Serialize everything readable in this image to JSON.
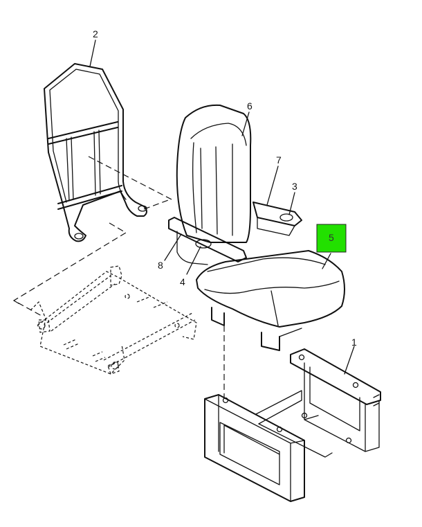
{
  "callouts": [
    {
      "id": "1",
      "label": "1"
    },
    {
      "id": "2",
      "label": "2"
    },
    {
      "id": "3",
      "label": "3"
    },
    {
      "id": "4",
      "label": "4"
    },
    {
      "id": "5",
      "label": "5",
      "highlighted": true
    },
    {
      "id": "6",
      "label": "6"
    },
    {
      "id": "7",
      "label": "7"
    },
    {
      "id": "8",
      "label": "8"
    }
  ],
  "colors": {
    "highlight": "#22e000",
    "line": "#111111",
    "background": "#ffffff"
  }
}
